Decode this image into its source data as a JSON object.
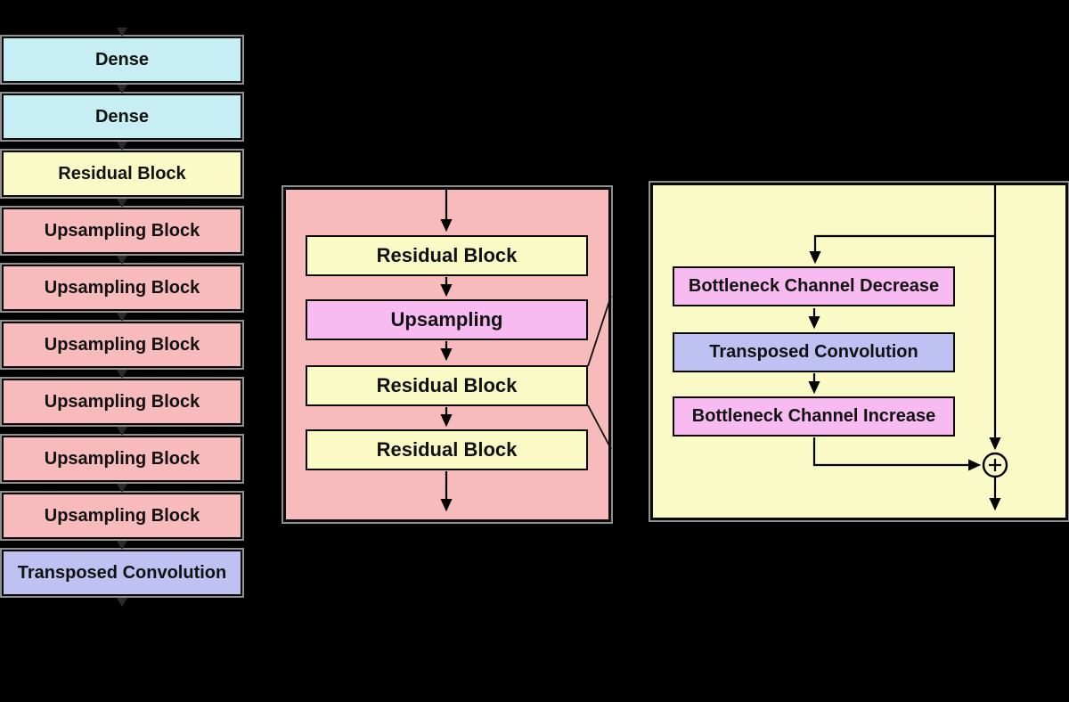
{
  "diagram": {
    "title": "decoder-architecture-diagram",
    "background": "#000000",
    "colors": {
      "dense": "#c7eef5",
      "residual_block": "#fafac7",
      "upsampling_block": "#f8bbbb",
      "transposed_convolution": "#bfc1f2",
      "upsampling": "#f8bbf1",
      "bottleneck": "#f8bbf1",
      "detail_panel_pink": "#f8bbbb",
      "detail_panel_yellow": "#fafac7",
      "flow_line": "#000000",
      "block_outline": "#8f8f8f",
      "text": "#111111"
    },
    "left_column": {
      "blocks": [
        {
          "label": "Dense",
          "type": "dense"
        },
        {
          "label": "Dense",
          "type": "dense"
        },
        {
          "label": "Residual Block",
          "type": "residual_block"
        },
        {
          "label": "Upsampling Block",
          "type": "upsampling_block"
        },
        {
          "label": "Upsampling Block",
          "type": "upsampling_block"
        },
        {
          "label": "Upsampling Block",
          "type": "upsampling_block"
        },
        {
          "label": "Upsampling Block",
          "type": "upsampling_block"
        },
        {
          "label": "Upsampling Block",
          "type": "upsampling_block"
        },
        {
          "label": "Upsampling Block",
          "type": "upsampling_block"
        },
        {
          "label": "Transposed Convolution",
          "type": "transposed_convolution"
        }
      ]
    },
    "middle_panel": {
      "blocks": [
        {
          "label": "Residual Block",
          "type": "residual_block"
        },
        {
          "label": "Upsampling",
          "type": "upsampling"
        },
        {
          "label": "Residual Block",
          "type": "residual_block"
        },
        {
          "label": "Residual Block",
          "type": "residual_block"
        }
      ]
    },
    "right_panel": {
      "blocks": [
        {
          "label": "Bottleneck Channel Decrease",
          "type": "bottleneck"
        },
        {
          "label": "Transposed Convolution",
          "type": "transposed_convolution"
        },
        {
          "label": "Bottleneck Channel Increase",
          "type": "bottleneck"
        }
      ],
      "sum_symbol": "+"
    }
  }
}
